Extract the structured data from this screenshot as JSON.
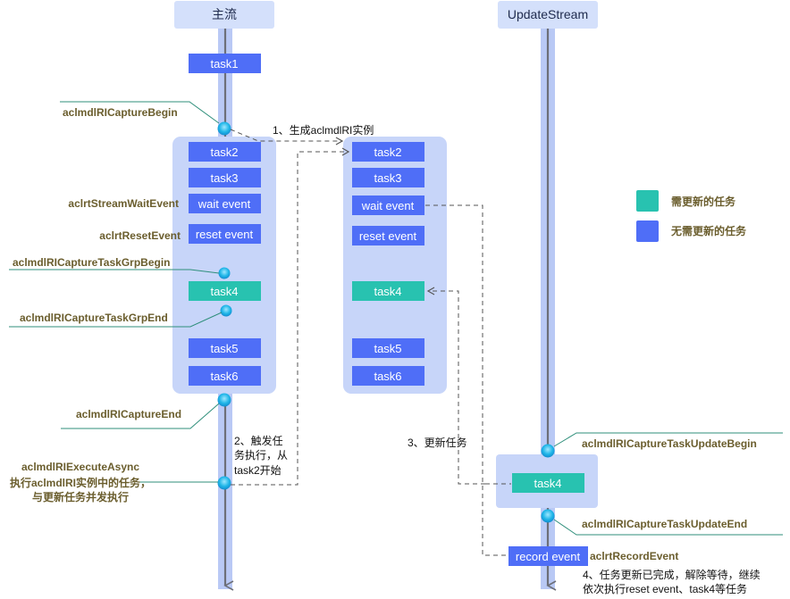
{
  "streams": {
    "main": "主流",
    "update": "UpdateStream"
  },
  "main_tasks": {
    "task1": "task1",
    "task2": "task2",
    "task3": "task3",
    "wait": "wait event",
    "reset": "reset event",
    "task4": "task4",
    "task5": "task5",
    "task6": "task6"
  },
  "instance_tasks": {
    "task2": "task2",
    "task3": "task3",
    "wait": "wait event",
    "reset": "reset event",
    "task4": "task4",
    "task5": "task5",
    "task6": "task6"
  },
  "update_tasks": {
    "task4": "task4",
    "record": "record event"
  },
  "api_labels": {
    "capture_begin": "aclmdlRICaptureBegin",
    "stream_wait_event": "aclrtStreamWaitEvent",
    "reset_event": "aclrtResetEvent",
    "task_grp_begin": "aclmdlRICaptureTaskGrpBegin",
    "task_grp_end": "aclmdlRICaptureTaskGrpEnd",
    "capture_end": "aclmdlRICaptureEnd",
    "execute_async": [
      "aclmdlRIExecuteAsync",
      "执行aclmdlRI实例中的任务，",
      "与更新任务并发执行"
    ],
    "task_update_begin": "aclmdlRICaptureTaskUpdateBegin",
    "task_update_end": "aclmdlRICaptureTaskUpdateEnd",
    "record_event": "aclrtRecordEvent"
  },
  "steps": {
    "step1": "1、生成aclmdlRI实例",
    "step2": [
      "2、触发任",
      "务执行，从",
      "task2开始"
    ],
    "step3": "3、更新任务",
    "step4": [
      "4、任务更新已完成，解除等待，继续",
      "依次执行reset event、task4等任务"
    ]
  },
  "legend": {
    "needs_update": "需更新的任务",
    "no_update": "无需更新的任务"
  },
  "colors": {
    "task_blue": "#4f6ef7",
    "task_teal": "#28c2b0",
    "group_bg": "#c7d5f9",
    "stream_line": "#b9c9f5",
    "stream_axis": "#6d6f78",
    "header_bg": "#d4e0fb",
    "dot": "#1fb6e8",
    "label_text": "#6b5e2e"
  },
  "icons": {
    "event_dot": "event-dot-icon",
    "arrow": "arrow-head-icon"
  }
}
